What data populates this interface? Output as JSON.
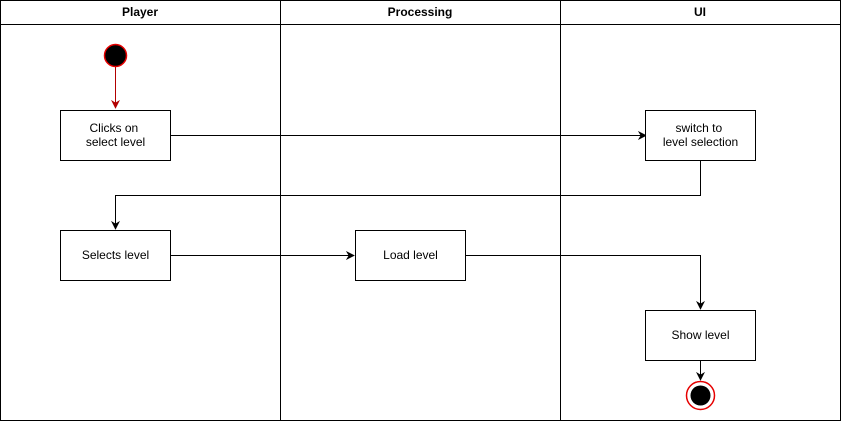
{
  "lanes": [
    {
      "id": "player",
      "label": "Player"
    },
    {
      "id": "processing",
      "label": "Processing"
    },
    {
      "id": "ui",
      "label": "UI"
    }
  ],
  "nodes": {
    "clicks_select_level": {
      "lines": [
        "Clicks on",
        "select level"
      ]
    },
    "switch_level_selection": {
      "lines": [
        "switch to",
        "level selection"
      ]
    },
    "selects_level": {
      "lines": [
        "Selects level"
      ]
    },
    "load_level": {
      "lines": [
        "Load level"
      ]
    },
    "show_level": {
      "lines": [
        "Show level"
      ]
    }
  },
  "colors": {
    "start_fill": "#000000",
    "start_stroke": "#e60000",
    "start_arrow": "#b20000",
    "end_ring": "#e60000",
    "end_fill": "#000000",
    "line": "#000000"
  }
}
